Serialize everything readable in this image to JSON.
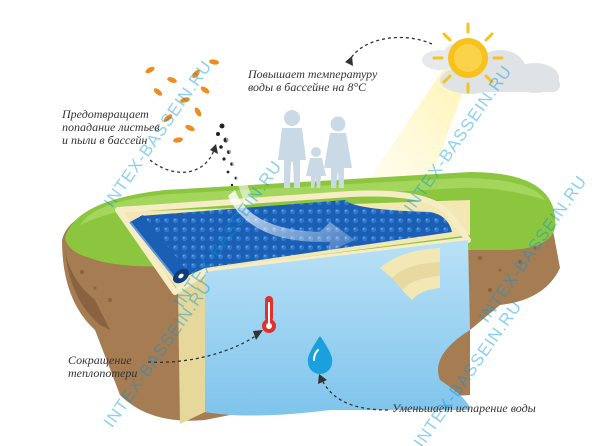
{
  "callouts": {
    "temperature": {
      "lines": [
        "Повышает температуру",
        "воды в бассейне на 8°С"
      ]
    },
    "leaves": {
      "lines": [
        "Предотвращает",
        "попадание листьев",
        "и пыли в бассейн"
      ]
    },
    "heat_loss": {
      "lines": [
        "Сокращение",
        "теплопотери"
      ]
    },
    "evaporation": {
      "lines": [
        "Уменьшает испарение воды"
      ]
    }
  },
  "watermark": {
    "text": "INTEX-BASSEIN.RU"
  },
  "colors": {
    "grass": "#8cc63f",
    "soil": "#a67c52",
    "wall": "#f3e7b3",
    "cover": "#1b5fb4",
    "water": "#9fd3f2",
    "sun": "#f7c21b",
    "cloud": "#dfe3e6",
    "family": "#c9d9e6",
    "leaf": "#ef8b1f",
    "thermometer": "#e0312a",
    "drop": "#1aa0dc",
    "watermark": "#0096dc"
  },
  "icons": [
    "sun-icon",
    "cloud-icon",
    "leaves-icon",
    "family-silhouette-icon",
    "thermometer-icon",
    "water-drop-icon",
    "solar-cover-roll-icon"
  ]
}
